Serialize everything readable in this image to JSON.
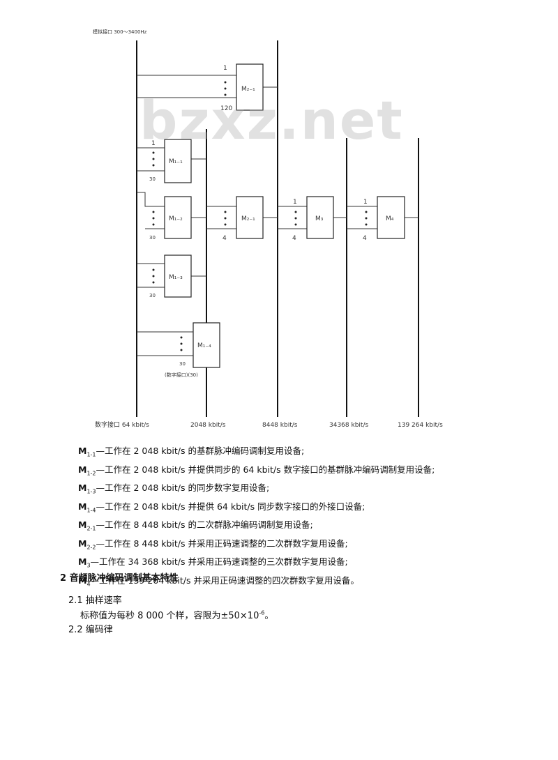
{
  "diagram": {
    "top_label": "模拟接口 300～3400Hz",
    "boxes": {
      "m11": "M₁₋₁",
      "m12": "M₁₋₂",
      "m13": "M₁₋₃",
      "m14": "M₁₋₄",
      "m21": "M₂₋₁",
      "m3": "M₃",
      "m4": "M₄"
    },
    "channel_labels": {
      "one": "1",
      "four": "4",
      "thirty": "30",
      "onetwenty": "120",
      "interface_note": "(数字接口)(30)"
    },
    "bottom_labels": [
      "数字接口 64 kbit/s",
      "2048 kbit/s",
      "8448 kbit/s",
      "34368 kbit/s",
      "139 264 kbit/s"
    ]
  },
  "watermark": "bzxz.net",
  "legend": [
    {
      "code": "M",
      "sub": "1-1",
      "text": "—工作在 2 048 kbit/s 的基群脉冲编码调制复用设备;"
    },
    {
      "code": "M",
      "sub": "1-2",
      "text": "—工作在 2 048 kbit/s 并提供同步的 64 kbit/s 数字接口的基群脉冲编码调制复用设备;"
    },
    {
      "code": "M",
      "sub": "1-3",
      "text": "—工作在 2 048 kbit/s 的同步数字复用设备;"
    },
    {
      "code": "M",
      "sub": "1-4",
      "text": "—工作在 2 048 kbit/s 并提供 64 kbit/s 同步数字接口的外接口设备;"
    },
    {
      "code": "M",
      "sub": "2-1",
      "text": "—工作在 8 448 kbit/s 的二次群脉冲编码调制复用设备;"
    },
    {
      "code": "M",
      "sub": "2-2",
      "text": "—工作在 8 448 kbit/s 并采用正码速调整的二次群数字复用设备;"
    },
    {
      "code": "M",
      "sub": "3",
      "text": "—工作在 34 368 kbit/s 并采用正码速调整的三次群数字复用设备;"
    },
    {
      "code": "M",
      "sub": "4",
      "text": "—工作在 139 264 kbit/s 并采用正码速调整的四次群数字复用设备。"
    }
  ],
  "section": {
    "title": "2  音频脉冲编码调制基本特性",
    "sub1_title": "2.1  抽样速率",
    "sub1_body_prefix": "标称值为每秒 8 000 个样，容限为±50×10",
    "sub1_body_exp": "-6",
    "sub1_body_suffix": "。",
    "sub2_title": "2.2  编码律"
  }
}
